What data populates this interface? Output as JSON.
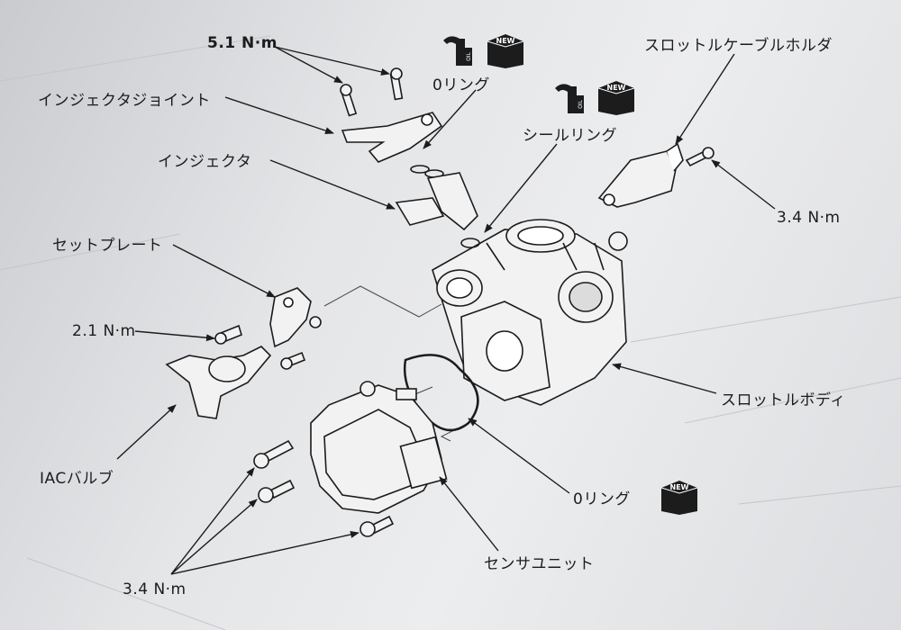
{
  "labels": {
    "torque_top": "5.1 N·m",
    "injector_joint": "インジェクタジョイント",
    "o_ring_top": "0リング",
    "seal_ring": "シールリング",
    "throttle_cable_holder": "スロットルケーブルホルダ",
    "injector": "インジェクタ",
    "torque_right": "3.4 N·m",
    "set_plate": "セットプレート",
    "torque_mid": "2.1 N·m",
    "throttle_body": "スロットルボディ",
    "iac_valve": "IACバルブ",
    "o_ring_bottom": "0リング",
    "sensor_unit": "センサユニット",
    "torque_bottom": "3.4 N·m"
  },
  "icons": {
    "oil": "oil-can-icon",
    "new_part": "new-part-box-icon",
    "new_word": "NEW",
    "oil_word": "OIL"
  },
  "colors": {
    "ink": "#1c1c1c",
    "paper": "#e6e7e9"
  }
}
